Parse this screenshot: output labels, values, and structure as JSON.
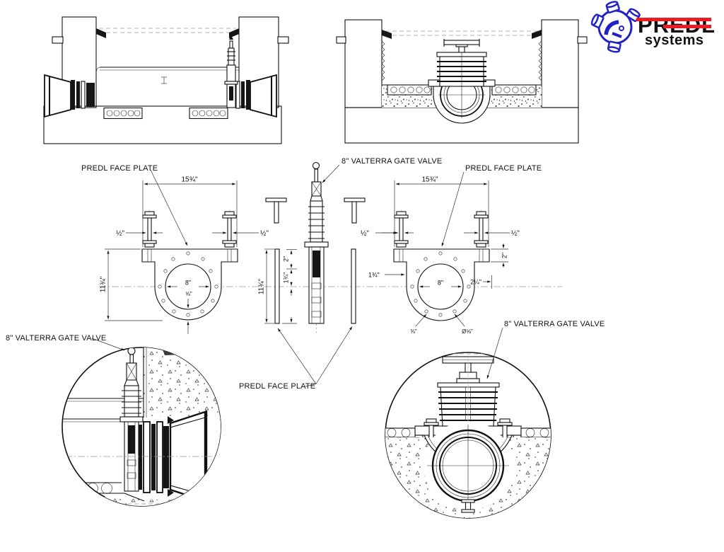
{
  "logo": {
    "brand": "PREDL",
    "subtitle": "systems",
    "brand_color": "#2222c4",
    "subtitle_color": "#ec1c24"
  },
  "callouts": {
    "face_plate_left": "PREDL FACE PLATE",
    "face_plate_right": "PREDL FACE PLATE",
    "face_plate_bottom": "PREDL FACE PLATE",
    "valve_middle": "8\" VALTERRA GATE VALVE",
    "valve_detail_left": "8\" VALTERRA GATE VALVE",
    "valve_detail_right": "8\" VALTERRA GATE VALVE"
  },
  "dims": {
    "plate_width": "15¾\"",
    "plate_height": "11¾\"",
    "bore": "8\"",
    "bolt_dia": "½\"",
    "flange_depth": "2\"",
    "one_three_q": "1¾\"",
    "edge_offset": "2¼\"",
    "thickness": "⅝\"",
    "hole_small": "⅜\"",
    "hole_large": "Ø⅝\""
  }
}
